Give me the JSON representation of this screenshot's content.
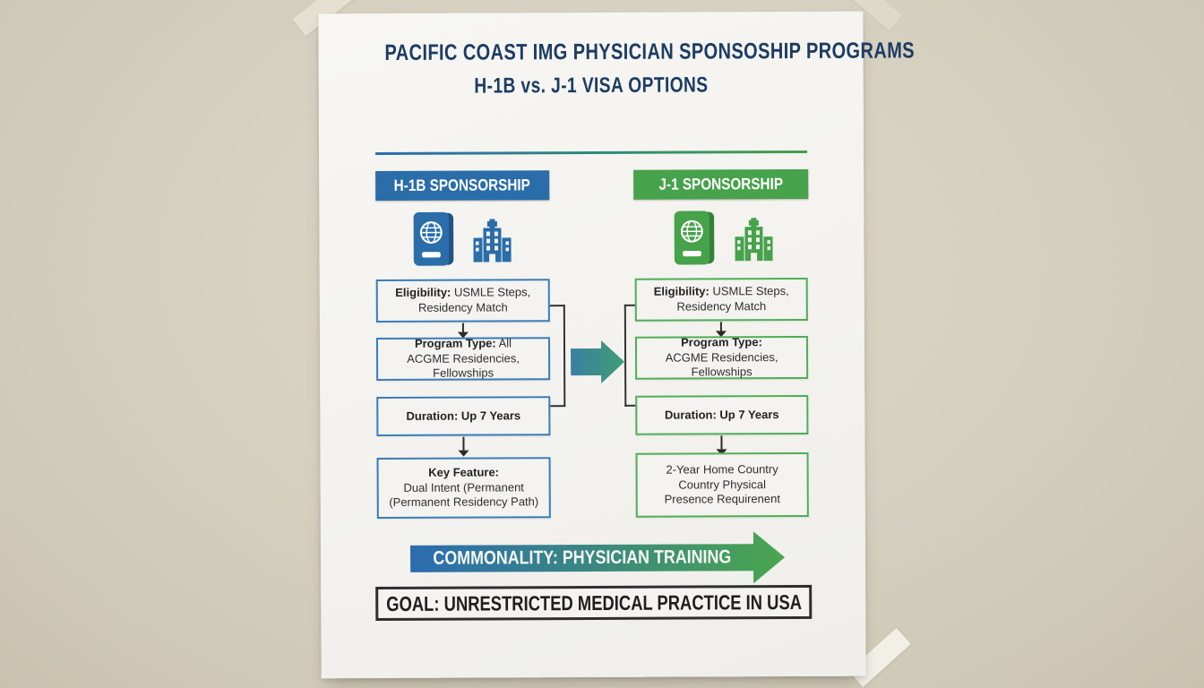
{
  "title": {
    "line1": "PACIFIC COAST IMG PHYSICIAN SPONSOSHIP PROGRAMS",
    "line2": "H-1B vs. J-1 VISA OPTIONS"
  },
  "colors": {
    "h1b_accent": "#2a6da9",
    "j1_accent": "#46a24b",
    "title_navy": "#1c3c63",
    "divider_gradient": [
      "#2b6cb0",
      "#43a047"
    ],
    "mid_arrow_gradient": [
      "#3a7fa2",
      "#3f9e74"
    ],
    "commonality_gradient": [
      "#2b6cb0",
      "#4aa54e"
    ]
  },
  "icons": {
    "passport": "passport-icon",
    "hospital": "hospital-icon",
    "mid": "right-arrow-icon",
    "flow": "down-arrow-icon"
  },
  "h1b": {
    "header": "H-1B SPONSORSHIP",
    "box1": {
      "bold": "Eligibility:",
      "rest": " USMLE Steps,",
      "line2": "Residency Match"
    },
    "box2": {
      "bold": "Program Type:",
      "rest": " All",
      "line2": "ACGME Residencies, Fellowships"
    },
    "box3": {
      "bold": "Duration: Up 7 Years"
    },
    "box4": {
      "bold": "Key Feature:",
      "line2": "Dual Intent (Permanent",
      "line3": "(Permanent Residency Path)"
    }
  },
  "j1": {
    "header": "J-1 SPONSORSHIP",
    "box1": {
      "bold": "Eligibility:",
      "rest": " USMLE Steps,",
      "line2": "Residency Match"
    },
    "box2": {
      "bold": "Program Type:",
      "line2": "ACGME Residencies, Fellowships"
    },
    "box3": {
      "bold": "Duration: Up 7 Years"
    },
    "box4": {
      "line1": "2-Year Home Country",
      "line2": "Country Physical",
      "line3": "Presence Requirenent"
    }
  },
  "footer": {
    "commonality": "COMMONALITY: PHYSICIAN TRAINING",
    "goal": "GOAL: UNRESTRICTED MEDICAL PRACTICE IN USA"
  }
}
